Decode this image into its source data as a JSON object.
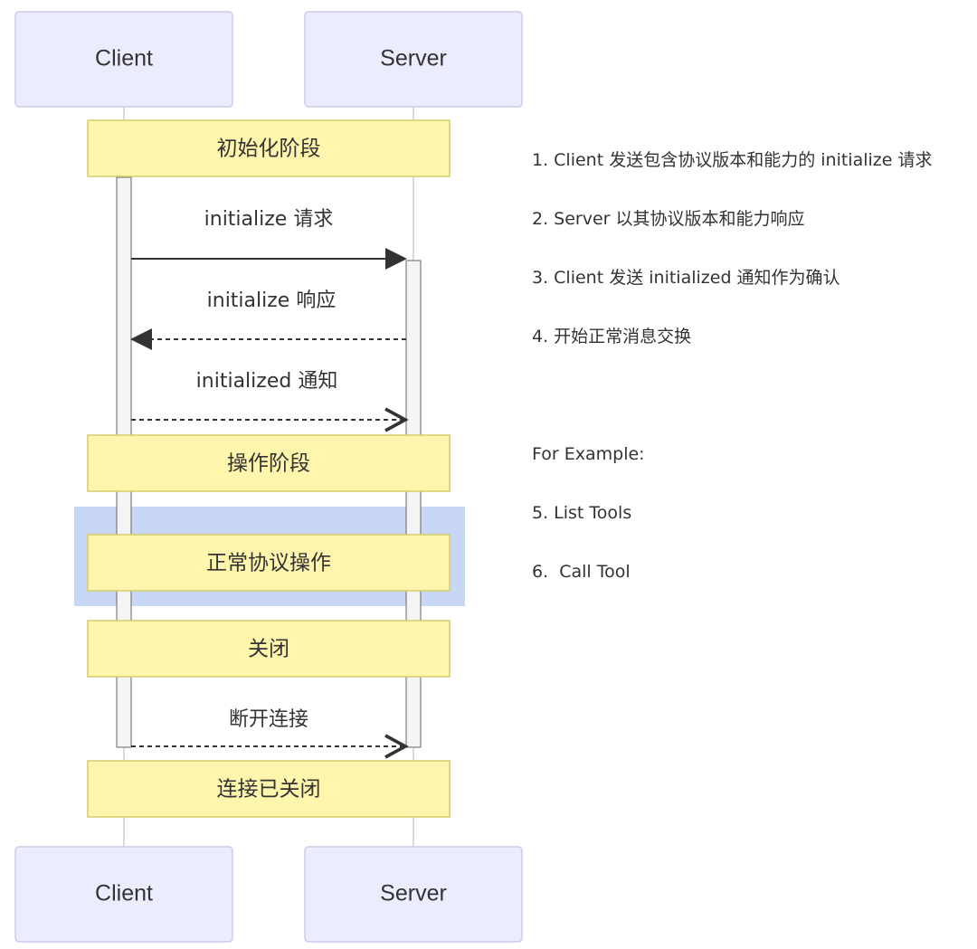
{
  "participants": {
    "left": "Client",
    "right": "Server"
  },
  "phases": {
    "init": "初始化阶段",
    "operation": "操作阶段",
    "normal": "正常协议操作",
    "shutdown": "关闭",
    "closed": "连接已关闭"
  },
  "messages": {
    "init_request": "initialize 请求",
    "init_response": "initialize 响应",
    "initialized_notify": "initialized 通知",
    "disconnect": "断开连接"
  },
  "notes": {
    "step1": "1. Client 发送包含协议版本和能力的 initialize 请求",
    "step2": "2. Server 以其协议版本和能力响应",
    "step3": "3. Client 发送 initialized 通知作为确认",
    "step4": "4. 开始正常消息交换",
    "example_title": "For Example:",
    "step5": "5. List Tools",
    "step6": "6.  Call Tool"
  },
  "colors": {
    "participant_fill": "#ececff",
    "participant_stroke": "#ccccee",
    "note_fill": "#fff5ad",
    "note_stroke": "#d6cd6b",
    "highlight": "#c8d8f4",
    "activation_fill": "#f4f4f4",
    "activation_stroke": "#666666",
    "line": "#333333",
    "lifeline": "#c8cde0"
  }
}
